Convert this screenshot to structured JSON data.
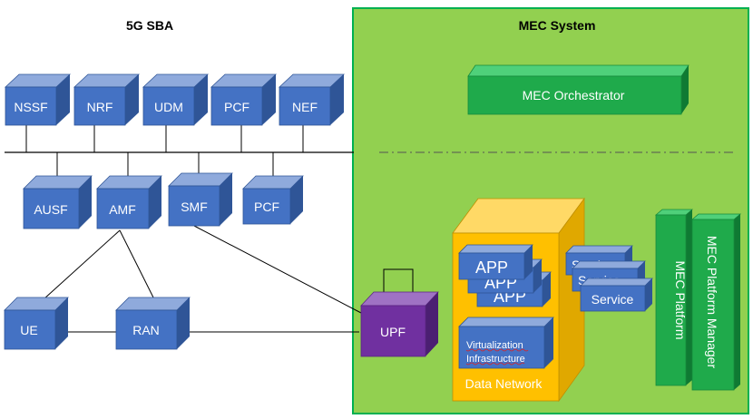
{
  "sba": {
    "title": "5G SBA",
    "top_row": [
      "NSSF",
      "NRF",
      "UDM",
      "PCF",
      "NEF"
    ],
    "bottom_row": [
      "AUSF",
      "AMF",
      "SMF",
      "PCF"
    ],
    "access": {
      "ue": "UE",
      "ran": "RAN",
      "upf": "UPF"
    }
  },
  "mec": {
    "title": "MEC System",
    "orchestrator": "MEC Orchestrator",
    "platform": "MEC Platform",
    "platform_manager": "MEC Platform Manager",
    "data_network": "Data Network",
    "apps": [
      "APP",
      "APP",
      "APP"
    ],
    "services": [
      "Service",
      "Service",
      "Service"
    ],
    "virtualization": [
      "Virtualization",
      "Infrastructure"
    ]
  },
  "colors": {
    "blue_front": "#4472c4",
    "blue_side": "#2f5597",
    "blue_top": "#8faadc",
    "mec_bg": "#92d050",
    "mec_border": "#00b050",
    "green_box": "#1faa4b",
    "yellow": "#ffc000",
    "purple": "#7030a0"
  }
}
